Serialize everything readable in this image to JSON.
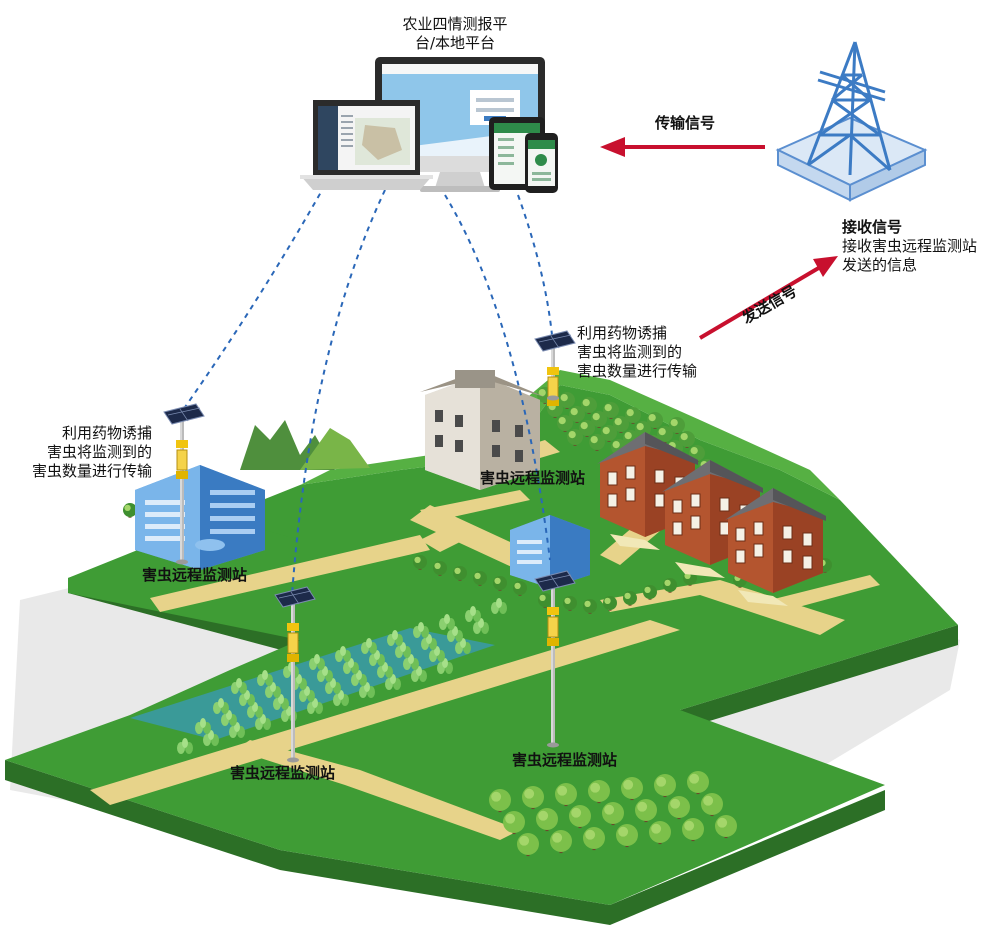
{
  "platform": {
    "title_line1": "农业四情测报平",
    "title_line2": "台/本地平台"
  },
  "receiver": {
    "title": "接收信号",
    "desc_line1": "接收害虫远程监测站",
    "desc_line2": "发送的信息"
  },
  "arrows": {
    "transmit": "传输信号",
    "send": "发送信号"
  },
  "station_note": {
    "line1": "利用药物诱捕",
    "line2": "害虫将监测到的",
    "line3": "害虫数量进行传输"
  },
  "stations": {
    "label": "害虫远程监测站"
  },
  "colors": {
    "grass": "#3f9c35",
    "grass_light": "#56b043",
    "grass_edge": "#2c6f26",
    "road": "#e7d38a",
    "water": "#3a9a98",
    "arrow_red": "#c8102e",
    "tower_blue": "#3c7bc4",
    "link_blue": "#2a67b8"
  }
}
